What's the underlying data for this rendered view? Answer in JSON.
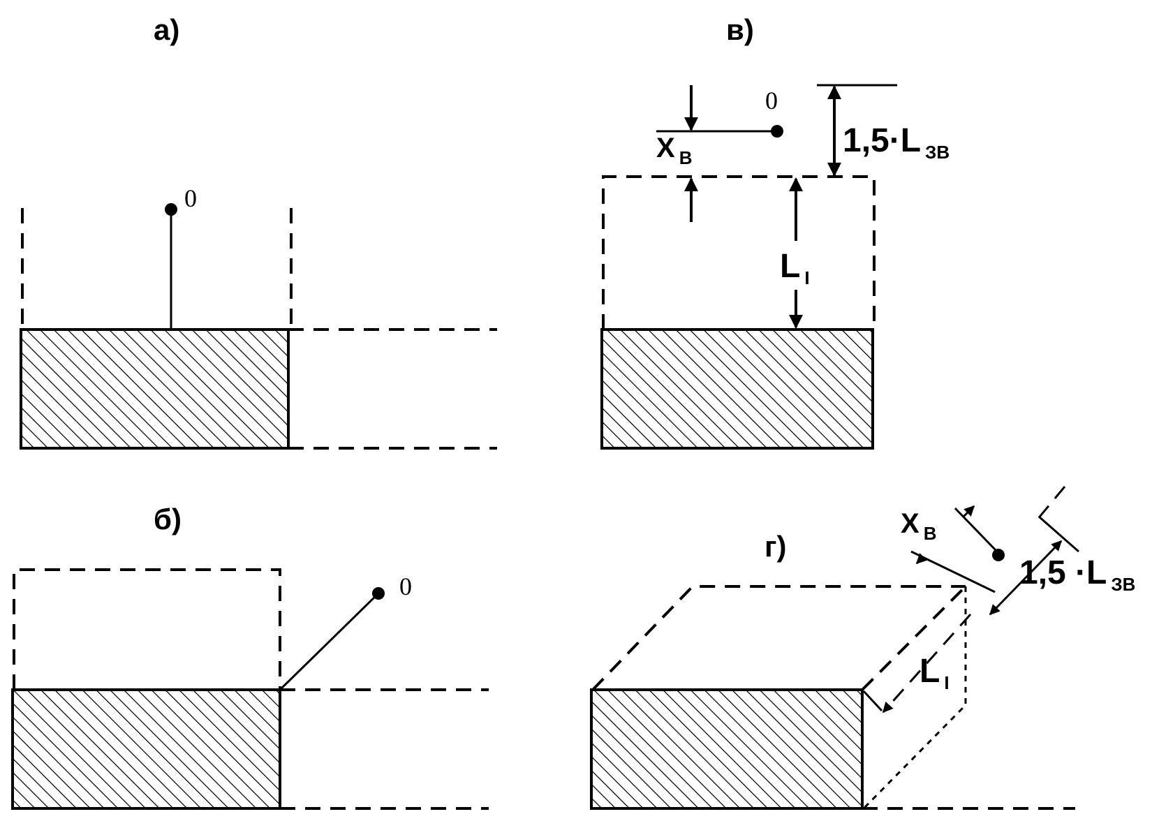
{
  "panels": {
    "a": {
      "label": "а)",
      "point": "0"
    },
    "b": {
      "label": "б)",
      "point": "0"
    },
    "v": {
      "label": "в)",
      "point": "0",
      "x_main": "X",
      "x_sub": "В",
      "l_main": "L",
      "l_sub": "I",
      "dist_main": "1,5·L",
      "dist_sub": "ЗВ"
    },
    "g": {
      "label": "г)",
      "x_main": "X",
      "x_sub": "В",
      "l_main": "L",
      "l_sub": "I",
      "dist_main": "1,5 ·L",
      "dist_sub": "ЗВ"
    }
  },
  "colors": {
    "ink": "#000000",
    "background": "#ffffff"
  }
}
